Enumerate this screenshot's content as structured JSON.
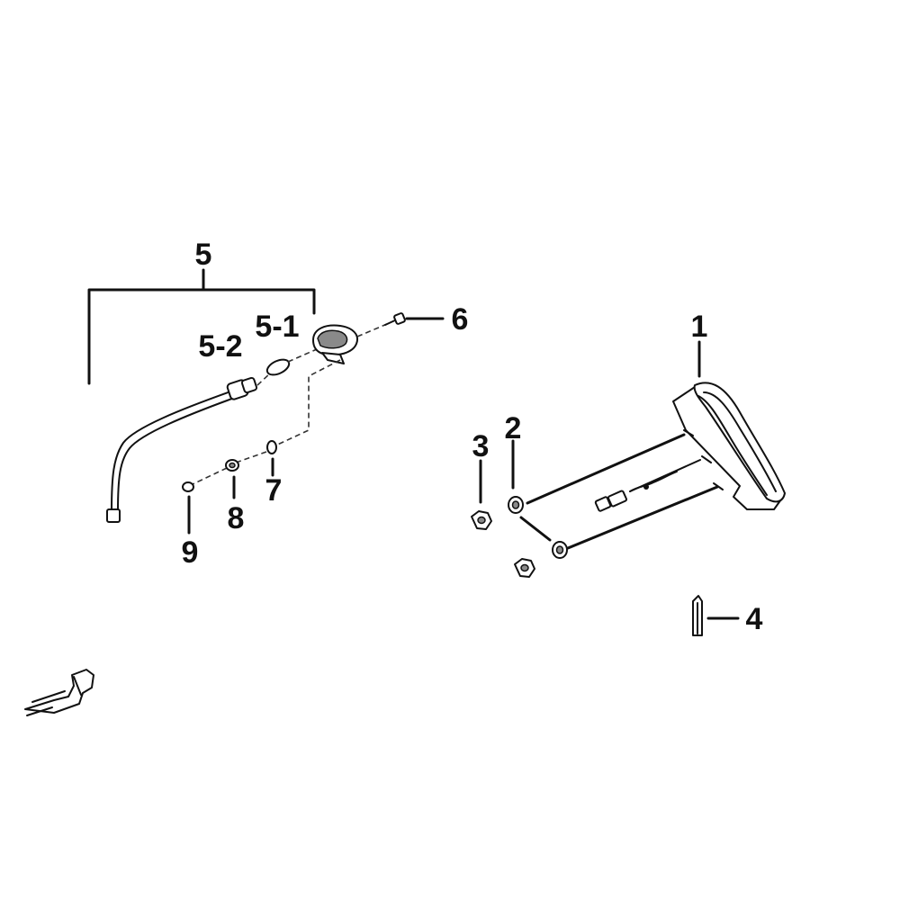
{
  "colors": {
    "ink": "#111111",
    "background": "#ffffff"
  },
  "callouts": {
    "c1": "1",
    "c2": "2",
    "c3": "3",
    "c4": "4",
    "c5": "5",
    "c5_1": "5-1",
    "c5_2": "5-2",
    "c6": "6",
    "c7": "7",
    "c8": "8",
    "c9": "9"
  },
  "icons": [
    "front-direction-arrow-icon"
  ]
}
